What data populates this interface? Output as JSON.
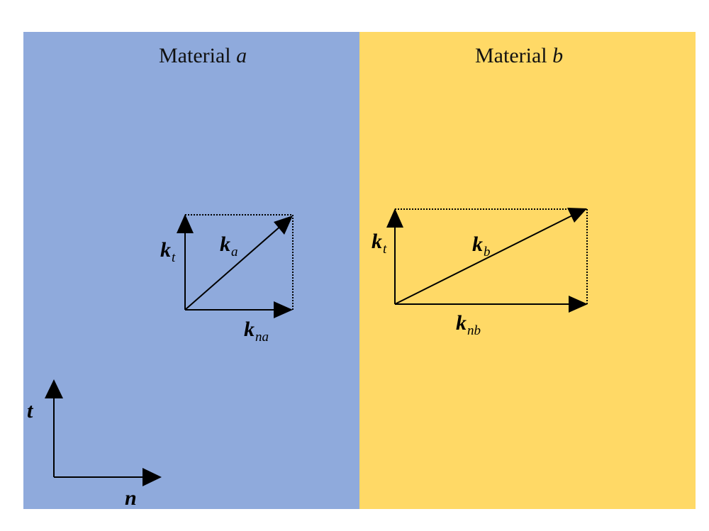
{
  "colors": {
    "material_a": "#8faadc",
    "material_b": "#ffd966",
    "stroke": "#000000"
  },
  "material_a": {
    "title_prefix": "Material ",
    "title_var": "a"
  },
  "material_b": {
    "title_prefix": "Material ",
    "title_var": "b"
  },
  "labels": {
    "kt_a": {
      "main": "k",
      "sub": "t"
    },
    "ka": {
      "main": "k",
      "sub": "a"
    },
    "kna": {
      "main": "k",
      "sub": "na"
    },
    "kt_b": {
      "main": "k",
      "sub": "t"
    },
    "kb": {
      "main": "k",
      "sub": "b"
    },
    "knb": {
      "main": "k",
      "sub": "nb"
    },
    "axis_t": "t",
    "axis_n": "n"
  }
}
